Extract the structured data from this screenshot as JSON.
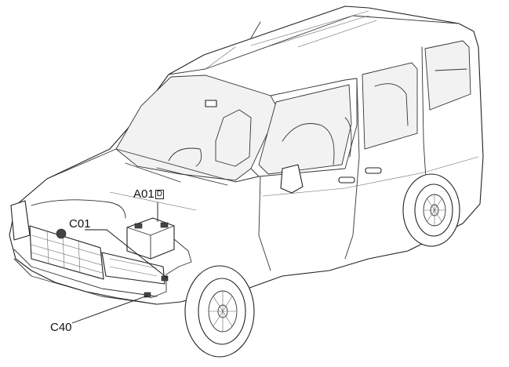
{
  "diagram": {
    "callouts": [
      {
        "id": "A01",
        "label": "A01",
        "tag": "D"
      },
      {
        "id": "C01",
        "label": "C01"
      },
      {
        "id": "C40",
        "label": "C40"
      }
    ]
  }
}
